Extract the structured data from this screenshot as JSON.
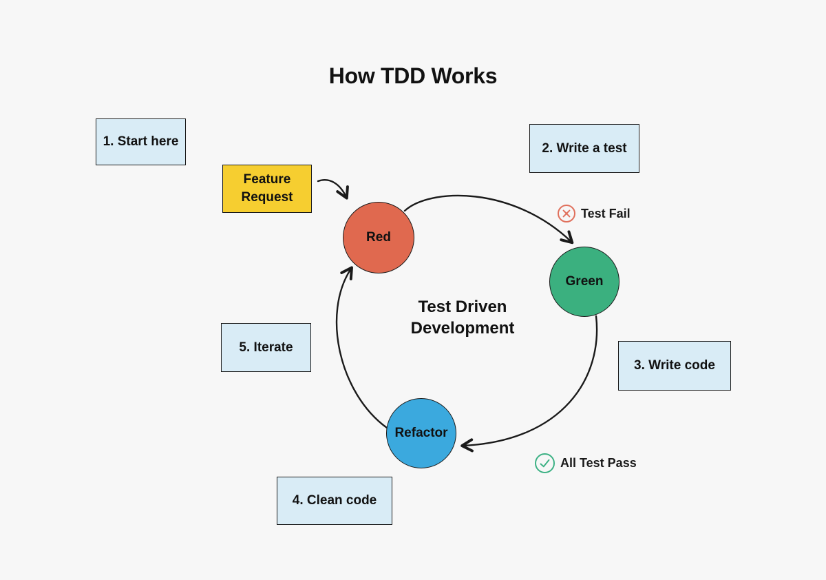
{
  "title": "How TDD Works",
  "colors": {
    "background": "#f7f7f7",
    "note_fill": "#d9ecf6",
    "feature_fill": "#f6ce30",
    "outline": "#1a1a1a",
    "red_node": "#e0694f",
    "green_node": "#3bb07f",
    "blue_node": "#3ba9de",
    "fail_icon": "#e0705c",
    "pass_icon": "#3cb184"
  },
  "steps": [
    {
      "label": "1. Start here"
    },
    {
      "label": "2. Write a test"
    },
    {
      "label": "3. Write code"
    },
    {
      "label": "4. Clean code"
    },
    {
      "label": "5. Iterate"
    }
  ],
  "feature_request": {
    "label": "Feature Request"
  },
  "nodes": [
    {
      "id": "red",
      "label": "Red",
      "color": "#e0694f"
    },
    {
      "id": "green",
      "label": "Green",
      "color": "#3bb07f"
    },
    {
      "id": "refactor",
      "label": "Refactor",
      "color": "#3ba9de"
    }
  ],
  "center_label": {
    "line1": "Test Driven",
    "line2": "Development"
  },
  "annotations": [
    {
      "id": "test-fail",
      "label": "Test Fail",
      "icon": "x-circle-icon",
      "color": "#e0705c"
    },
    {
      "id": "all-test-pass",
      "label": "All Test Pass",
      "icon": "check-circle-icon",
      "color": "#3cb184"
    }
  ],
  "edges": [
    {
      "from": "feature-request",
      "to": "red"
    },
    {
      "from": "red",
      "to": "green"
    },
    {
      "from": "green",
      "to": "refactor"
    },
    {
      "from": "refactor",
      "to": "red"
    }
  ]
}
